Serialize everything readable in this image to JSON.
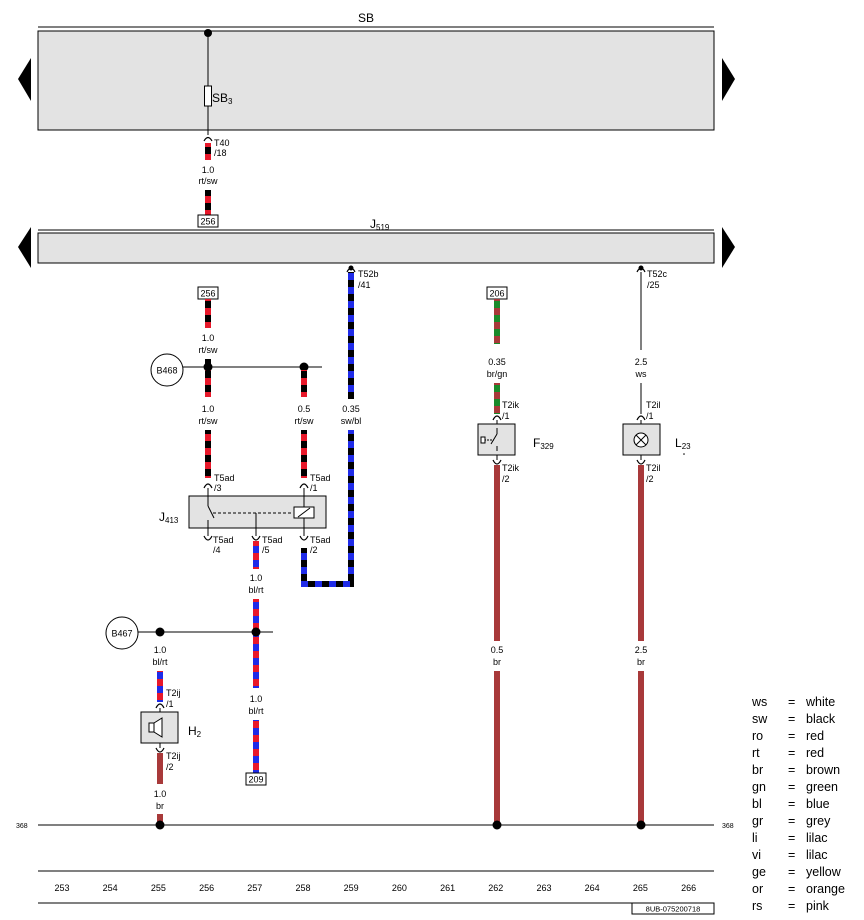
{
  "colors": {
    "red": "#e8182a",
    "black": "#000000",
    "blue": "#1f2be8",
    "green": "#1a8a2a",
    "brown": "#a8393a",
    "rail": "#e3e3e3"
  },
  "bus": {
    "sb": "SB",
    "j519_main": "J",
    "j519_sub": "519"
  },
  "fuse": {
    "main": "SB",
    "sub": "3"
  },
  "bottom_ref": {
    "left": "368",
    "right": "368"
  },
  "ref_boxes": {
    "b256_top": "256",
    "b256_mid": "256",
    "b206": "206",
    "b209": "209"
  },
  "connectors": {
    "t40": "T40",
    "t40_pin": "/18",
    "t52b": "T52b",
    "t52b_pin": "/41",
    "t52c": "T52c",
    "t52c_pin": "/25",
    "t5ad_3": "T5ad",
    "t5ad_3_pin": "/3",
    "t5ad_1": "T5ad",
    "t5ad_1_pin": "/1",
    "t5ad_4": "T5ad",
    "t5ad_4_pin": "/4",
    "t5ad_5": "T5ad",
    "t5ad_5_pin": "/5",
    "t5ad_2": "T5ad",
    "t5ad_2_pin": "/2",
    "t2ik_1": "T2ik",
    "t2ik_1_pin": "/1",
    "t2ik_2": "T2ik",
    "t2ik_2_pin": "/2",
    "t2il_1": "T2il",
    "t2il_1_pin": "/1",
    "t2il_2": "T2il",
    "t2il_2_pin": "/2",
    "t2ij_1": "T2ij",
    "t2ij_1_pin": "/1",
    "t2ij_2": "T2ij",
    "t2ij_2_pin": "/2"
  },
  "wire_labels": {
    "w256_top_size": "1.0",
    "w256_top_color": "rt/sw",
    "w256_mid_size": "1.0",
    "w256_mid_color": "rt/sw",
    "w256_low_size": "1.0",
    "w256_low_color": "rt/sw",
    "w258_size": "0.5",
    "w258_color": "rt/sw",
    "w259_size": "0.35",
    "w259_color": "sw/bl",
    "w262_top_size": "0.35",
    "w262_top_color": "br/gn",
    "w262_low_size": "0.5",
    "w262_low_color": "br",
    "w265_top_size": "2.5",
    "w265_top_color": "ws",
    "w265_low_size": "2.5",
    "w265_low_color": "br",
    "w257_top_size": "1.0",
    "w257_top_color": "bl/rt",
    "w257_low_size": "1.0",
    "w257_low_color": "bl/rt",
    "w255_top_size": "1.0",
    "w255_top_color": "bl/rt",
    "w255_low_size": "1.0",
    "w255_low_color": "br"
  },
  "components": {
    "j413_main": "J",
    "j413_sub": "413",
    "f329_main": "F",
    "f329_sub": "329",
    "l23_main": "L",
    "l23_sub": "23",
    "h2_main": "H",
    "h2_sub": "2",
    "b468": "B468",
    "b467": "B467"
  },
  "columns": [
    "253",
    "254",
    "255",
    "256",
    "257",
    "258",
    "259",
    "260",
    "261",
    "262",
    "263",
    "264",
    "265",
    "266"
  ],
  "drawing_id": "8UB-075200718",
  "legend": [
    {
      "code": "ws",
      "eq": "=",
      "name": "white"
    },
    {
      "code": "sw",
      "eq": "=",
      "name": "black"
    },
    {
      "code": "ro",
      "eq": "=",
      "name": "red"
    },
    {
      "code": "rt",
      "eq": "=",
      "name": "red"
    },
    {
      "code": "br",
      "eq": "=",
      "name": "brown"
    },
    {
      "code": "gn",
      "eq": "=",
      "name": "green"
    },
    {
      "code": "bl",
      "eq": "=",
      "name": "blue"
    },
    {
      "code": "gr",
      "eq": "=",
      "name": "grey"
    },
    {
      "code": "li",
      "eq": "=",
      "name": "lilac"
    },
    {
      "code": "vi",
      "eq": "=",
      "name": "lilac"
    },
    {
      "code": "ge",
      "eq": "=",
      "name": "yellow"
    },
    {
      "code": "or",
      "eq": "=",
      "name": "orange"
    },
    {
      "code": "rs",
      "eq": "=",
      "name": "pink"
    }
  ]
}
